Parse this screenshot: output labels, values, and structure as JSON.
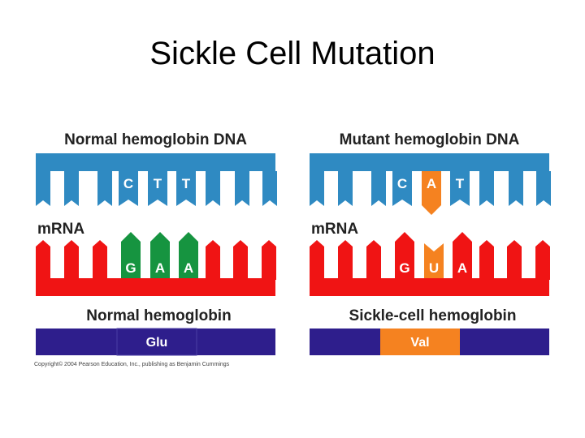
{
  "title": "Sickle Cell Mutation",
  "copyright": "Copyright© 2004 Pearson Education, Inc., publishing as Benjamin Cummings",
  "colors": {
    "dna": "#2f8ac2",
    "mrna": "#f01414",
    "codon_normal": "#169440",
    "mutation": "#f58220",
    "protein": "#2e1e8c",
    "aa_text": "#ffffff"
  },
  "panels": [
    {
      "dna_label": "Normal hemoglobin DNA",
      "dna_bases": [
        "C",
        "T",
        "T"
      ],
      "mrna_label": "m.RNA",
      "mrna_bases": [
        "G",
        "A",
        "A"
      ],
      "protein_label": "Normal hemoglobin",
      "amino_acid": "Glu",
      "mutated_index": null
    },
    {
      "dna_label": "Mutant hemoglobin DNA",
      "dna_bases": [
        "C",
        "A",
        "T"
      ],
      "mrna_label": "m.RNA",
      "mrna_bases": [
        "G",
        "U",
        "A"
      ],
      "protein_label": "Sickle-cell hemoglobin",
      "amino_acid": "Val",
      "mutated_index": 1
    }
  ]
}
